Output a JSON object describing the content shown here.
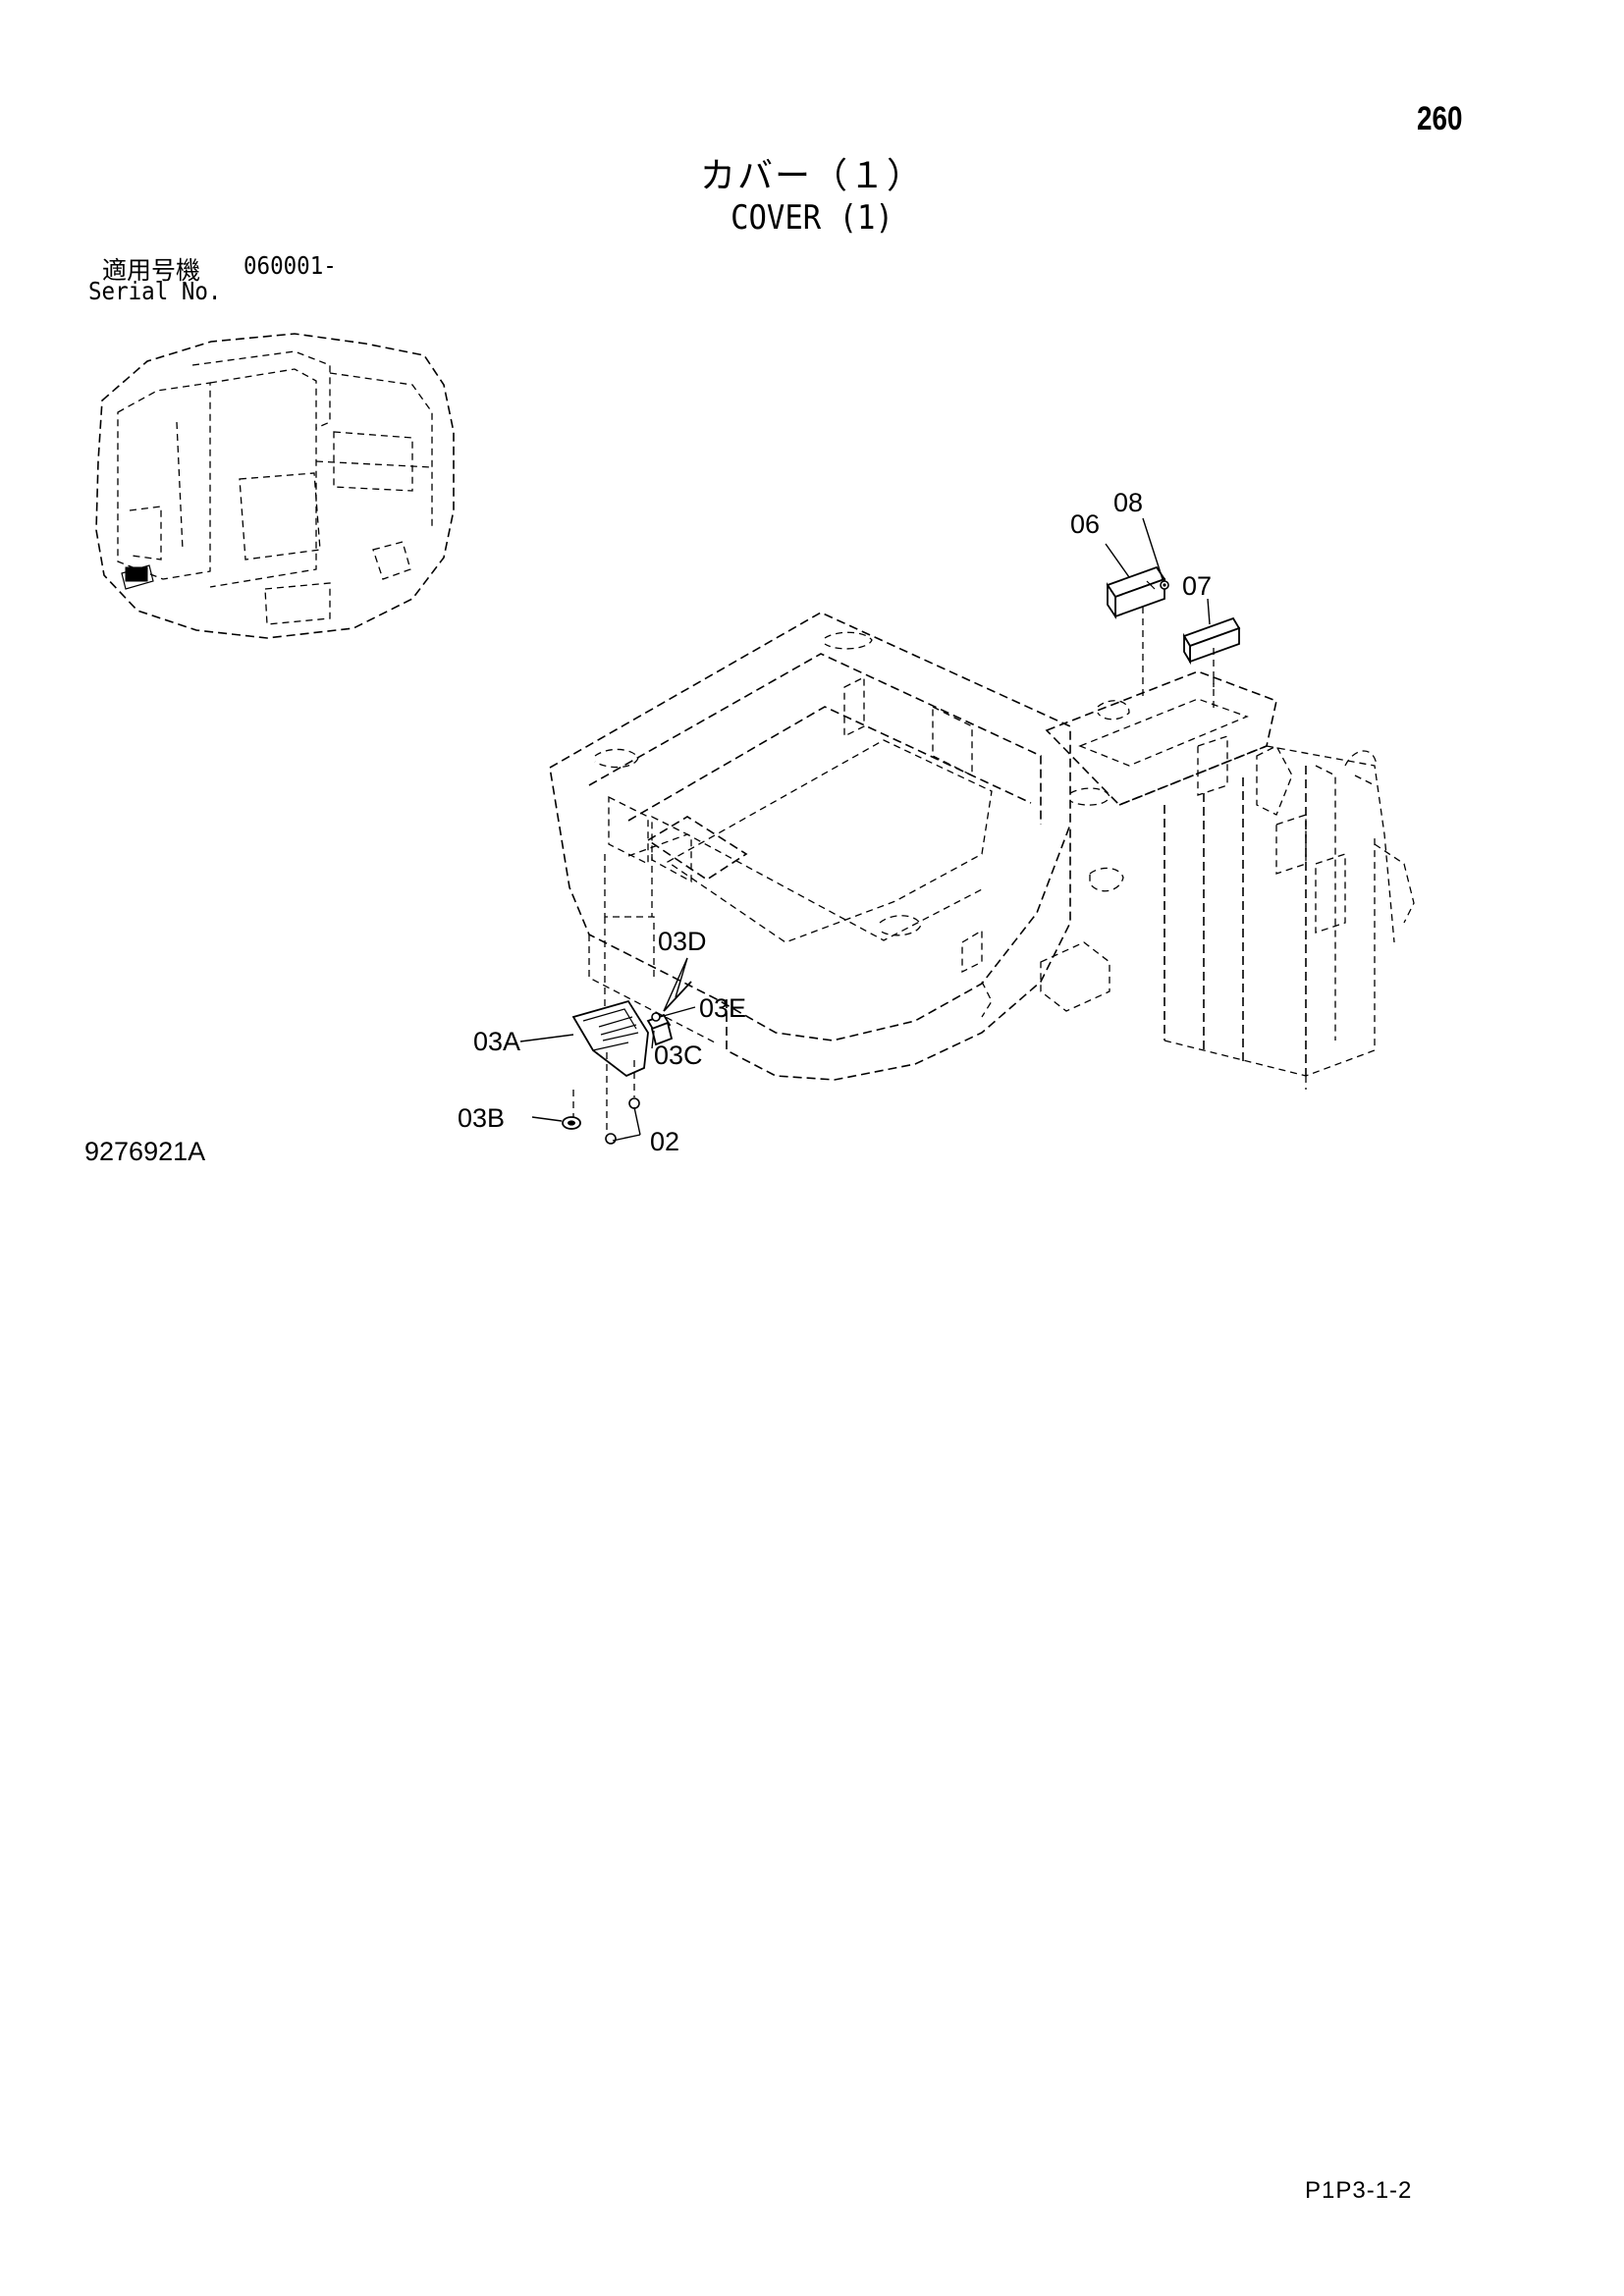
{
  "header": {
    "page_number": "260",
    "title_jp": "カバー（１）",
    "title_en": "COVER (1)"
  },
  "serial": {
    "label_jp": "適用号機",
    "range": "060001-",
    "label_en": "Serial No."
  },
  "callouts": {
    "c06": "06",
    "c08": "08",
    "c07": "07",
    "c03D": "03D",
    "c03E": "03E",
    "c03A": "03A",
    "c03C": "03C",
    "c03B": "03B",
    "c02": "02"
  },
  "footer": {
    "drawing_number": "9276921A",
    "page_code": "P1P3-1-2"
  }
}
